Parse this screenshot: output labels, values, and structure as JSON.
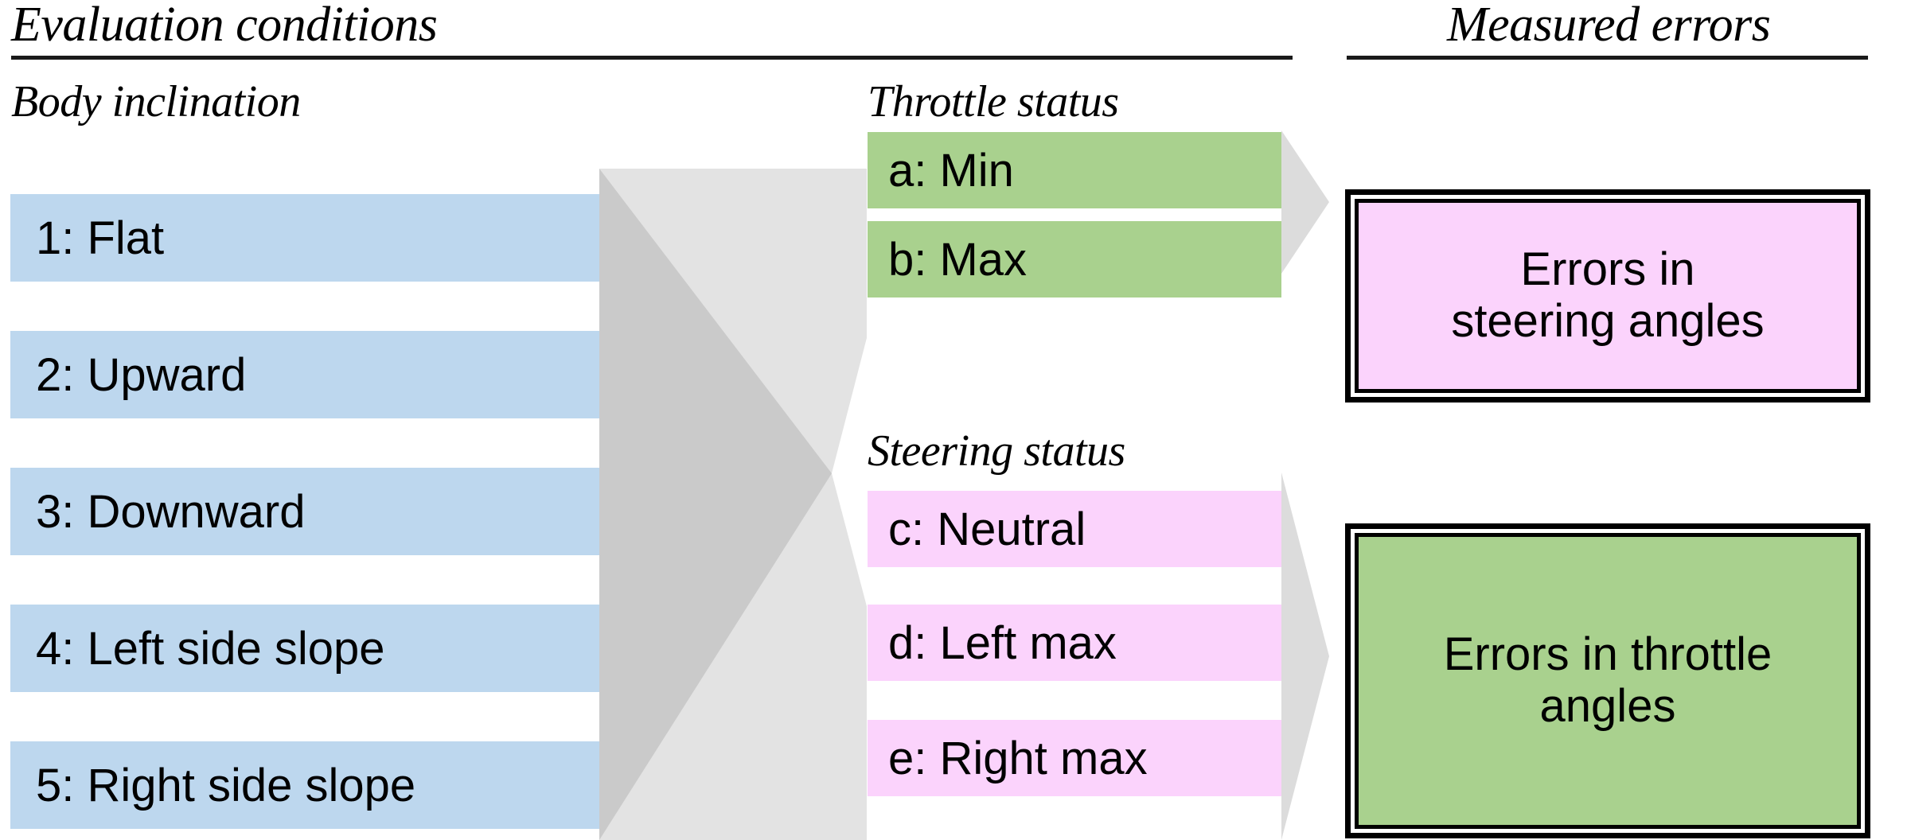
{
  "headers": {
    "left": "Evaluation conditions",
    "right": "Measured errors"
  },
  "columns": {
    "body_inclination": {
      "title": "Body inclination",
      "color": "#bdd7ee",
      "items": [
        "1: Flat",
        "2: Upward",
        "3: Downward",
        "4: Left side slope",
        "5: Right side slope"
      ]
    },
    "throttle_status": {
      "title": "Throttle status",
      "color": "#a9d18e",
      "items": [
        "a: Min",
        "b: Max"
      ]
    },
    "steering_status": {
      "title": "Steering status",
      "color": "#fbd3fc",
      "items": [
        "c: Neutral",
        "d: Left max",
        "e: Right max"
      ]
    }
  },
  "outputs": [
    {
      "label": "Errors in\nsteering angles",
      "line1": "Errors in",
      "line2": "steering angles",
      "color": "#fbd3fc"
    },
    {
      "label": "Errors in throttle\nangles",
      "line1": "Errors in throttle",
      "line2": "angles",
      "color": "#a9d18e"
    }
  ],
  "connectors": {
    "band_color": "#e3e3e3",
    "arrow_color": "#cacaca",
    "arrowhead_color": "#dcdcdc"
  },
  "chart_data": {
    "type": "diagram",
    "title": "Evaluation conditions and measured errors",
    "nodes": {
      "body_inclination": [
        "1: Flat",
        "2: Upward",
        "3: Downward",
        "4: Left side slope",
        "5: Right side slope"
      ],
      "throttle_status": [
        "a: Min",
        "b: Max"
      ],
      "steering_status": [
        "c: Neutral",
        "d: Left max",
        "e: Right max"
      ],
      "measured_errors": [
        "Errors in steering angles",
        "Errors in throttle angles"
      ]
    },
    "flows": [
      {
        "from": "body_inclination",
        "to": "throttle_status"
      },
      {
        "from": "body_inclination",
        "to": "steering_status"
      },
      {
        "from": "throttle_status",
        "to": "Errors in steering angles"
      },
      {
        "from": "steering_status",
        "to": "Errors in throttle angles"
      }
    ]
  }
}
